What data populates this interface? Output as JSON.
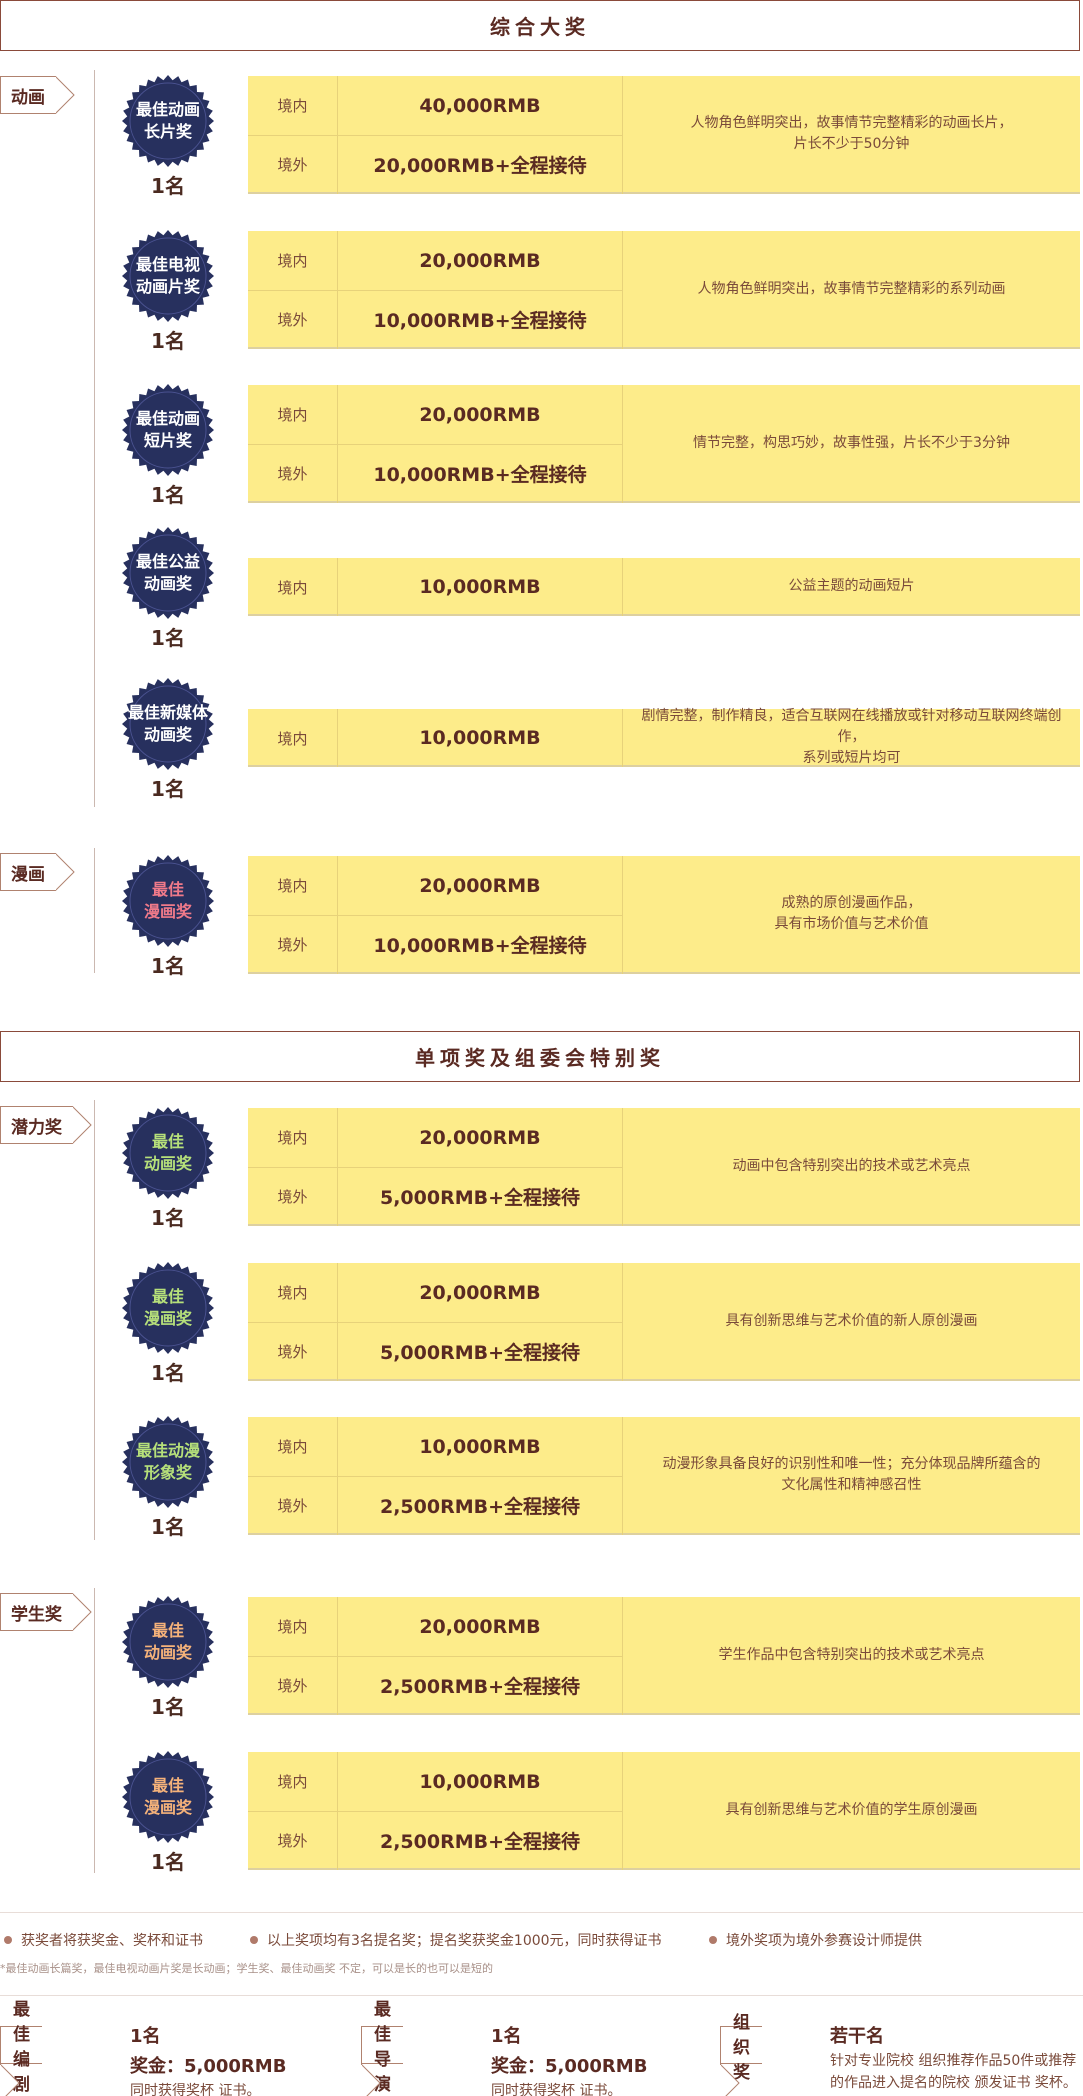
{
  "colors": {
    "badge_fill": "#27305e",
    "badge_text_white": "#ffffff",
    "badge_text_pink": "#f07a8a",
    "badge_text_green": "#b6e07a",
    "badge_text_orange": "#f5b27a",
    "card_bg": "#fdec8a",
    "header_border": "#8a4a3a"
  },
  "sections": {
    "comprehensive": "综合大奖",
    "special": "单项奖及组委会特别奖"
  },
  "categories": {
    "animation": "动画",
    "comic": "漫画",
    "potential": "潜力奖",
    "student": "学生奖"
  },
  "labels": {
    "domestic": "境内",
    "overseas": "境外"
  },
  "awards": [
    {
      "title": "最佳动画\n长片奖",
      "count": "1名",
      "domestic": "40,000RMB",
      "overseas": "20,000RMB+全程接待",
      "desc": "人物角色鲜明突出，故事情节完整精彩的动画长片，\n片长不少于50分钟"
    },
    {
      "title": "最佳电视\n动画片奖",
      "count": "1名",
      "domestic": "20,000RMB",
      "overseas": "10,000RMB+全程接待",
      "desc": "人物角色鲜明突出，故事情节完整精彩的系列动画"
    },
    {
      "title": "最佳动画\n短片奖",
      "count": "1名",
      "domestic": "20,000RMB",
      "overseas": "10,000RMB+全程接待",
      "desc": "情节完整，构思巧妙，故事性强，片长不少于3分钟"
    },
    {
      "title": "最佳公益\n动画奖",
      "count": "1名",
      "domestic": "10,000RMB",
      "desc": "公益主题的动画短片"
    },
    {
      "title": "最佳新媒体\n动画奖",
      "count": "1名",
      "domestic": "10,000RMB",
      "desc": "剧情完整，制作精良，适合互联网在线播放或针对移动互联网终端创作，\n系列或短片均可"
    },
    {
      "title": "最佳\n漫画奖",
      "count": "1名",
      "domestic": "20,000RMB",
      "overseas": "10,000RMB+全程接待",
      "desc": "成熟的原创漫画作品，\n具有市场价值与艺术价值"
    },
    {
      "title": "最佳\n动画奖",
      "count": "1名",
      "domestic": "20,000RMB",
      "overseas": "5,000RMB+全程接待",
      "desc": "动画中包含特别突出的技术或艺术亮点"
    },
    {
      "title": "最佳\n漫画奖",
      "count": "1名",
      "domestic": "20,000RMB",
      "overseas": "5,000RMB+全程接待",
      "desc": "具有创新思维与艺术价值的新人原创漫画"
    },
    {
      "title": "最佳动漫\n形象奖",
      "count": "1名",
      "domestic": "10,000RMB",
      "overseas": "2,500RMB+全程接待",
      "desc": "动漫形象具备良好的识别性和唯一性；充分体现品牌所蕴含的\n文化属性和精神感召性"
    },
    {
      "title": "最佳\n动画奖",
      "count": "1名",
      "domestic": "20,000RMB",
      "overseas": "2,500RMB+全程接待",
      "desc": "学生作品中包含特别突出的技术或艺术亮点"
    },
    {
      "title": "最佳\n漫画奖",
      "count": "1名",
      "domestic": "10,000RMB",
      "overseas": "2,500RMB+全程接待",
      "desc": "具有创新思维与艺术价值的学生原创漫画"
    }
  ],
  "notes": {
    "n1": "获奖者将获奖金、奖杯和证书",
    "n2": "以上奖项均有3名提名奖；提名奖获奖金1000元，同时获得证书",
    "n3": "境外奖项为境外参赛设计师提供",
    "footnote": "*最佳动画长篇奖，最佳电视动画片奖是长动画；学生奖、最佳动画奖 不定，可以是长的也可以是短的"
  },
  "bottom": [
    {
      "label": "最佳编剧",
      "line1": "1名",
      "line2": "奖金：5,000RMB",
      "line3": "同时获得奖杯   证书。"
    },
    {
      "label": "最佳导演",
      "line1": "1名",
      "line2": "奖金：5,000RMB",
      "line3": "同时获得奖杯   证书。"
    },
    {
      "label": "组织奖",
      "line1": "若干名",
      "line2": "针对专业院校  组织推荐作品50件或推荐",
      "line3": "的作品进入提名的院校  颁发证书  奖杯。"
    }
  ]
}
